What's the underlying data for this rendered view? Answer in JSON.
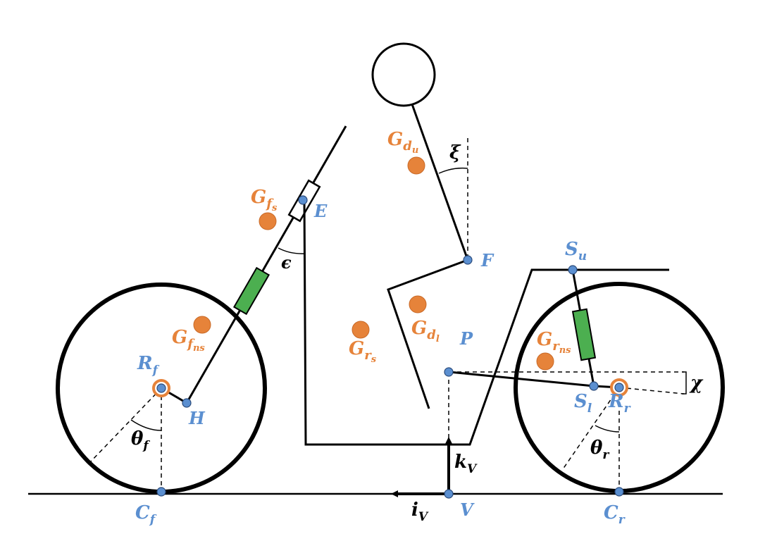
{
  "colors": {
    "point": "#5b8fd0",
    "mass": "#e6833a",
    "spring": "#4caf50",
    "line": "#000000"
  },
  "labels": {
    "Rf": {
      "main": "R",
      "sub": "f"
    },
    "H": {
      "main": "H",
      "sub": ""
    },
    "Cf": {
      "main": "C",
      "sub": "f"
    },
    "thetaF": {
      "main": "θ",
      "sub": "f"
    },
    "E": {
      "main": "E",
      "sub": ""
    },
    "epsilon": {
      "main": "ϵ",
      "sub": ""
    },
    "Gfs": {
      "main": "G",
      "sub": "f",
      "subsub": "s"
    },
    "Gfns": {
      "main": "G",
      "sub": "f",
      "subsub": "ns"
    },
    "Gdu": {
      "main": "G",
      "sub": "d",
      "subsub": "u"
    },
    "xi": {
      "main": "ξ",
      "sub": ""
    },
    "F": {
      "main": "F",
      "sub": ""
    },
    "Gdl": {
      "main": "G",
      "sub": "d",
      "subsub": "l"
    },
    "Grs": {
      "main": "G",
      "sub": "r",
      "subsub": "s"
    },
    "P": {
      "main": "P",
      "sub": ""
    },
    "Su": {
      "main": "S",
      "sub": "u"
    },
    "Grns": {
      "main": "G",
      "sub": "r",
      "subsub": "ns"
    },
    "Sl": {
      "main": "S",
      "sub": "l"
    },
    "Rr": {
      "main": "R",
      "sub": "r"
    },
    "chi": {
      "main": "χ",
      "sub": ""
    },
    "thetaR": {
      "main": "θ",
      "sub": "r"
    },
    "Cr": {
      "main": "C",
      "sub": "r"
    },
    "kV": {
      "main": "k",
      "sub": "V"
    },
    "iV": {
      "main": "i",
      "sub": "V"
    },
    "V": {
      "main": "V",
      "sub": ""
    }
  }
}
